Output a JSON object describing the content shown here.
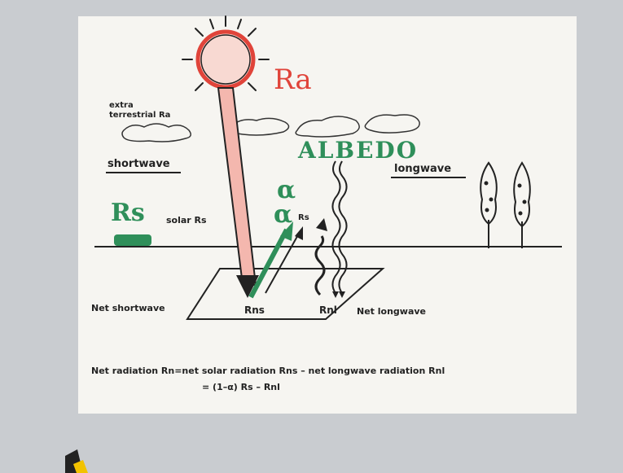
{
  "labels": {
    "ra": "Ra",
    "extraterrestrial_line1": "extra",
    "extraterrestrial_line2": "terrestrial Ra",
    "albedo": "ALBEDO",
    "shortwave": "shortwave",
    "longwave": "longwave",
    "rs_hand": "Rs",
    "solar_rs": "solar Rs",
    "alpha": "α",
    "alpha_rs_symbol": "α",
    "alpha_rs_sub": "Rs",
    "rns": "Rns",
    "rnl": "Rnl",
    "net_shortwave": "Net shortwave",
    "net_longwave": "Net longwave",
    "equation_line1": "Net radiation Rn=net solar radiation Rns – net longwave radiation Rnl",
    "equation_line2": "= (1–α) Rs – Rnl"
  },
  "colors": {
    "background": "#c9ccd0",
    "sheet": "#f6f5f1",
    "red_marker": "#e0443a",
    "green_marker": "#2f8f5a",
    "ink": "#222222"
  }
}
